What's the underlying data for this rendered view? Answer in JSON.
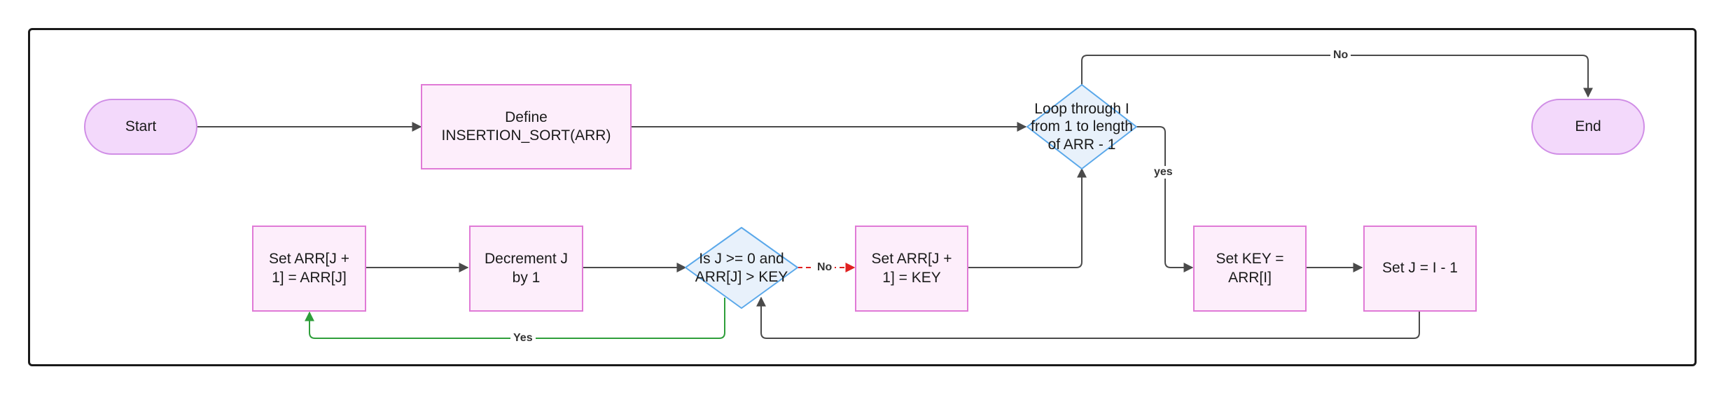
{
  "diagram": {
    "nodes": {
      "start": "Start",
      "define": "Define INSERTION_SORT(ARR)",
      "loop": "Loop through I from 1 to length of ARR - 1",
      "end": "End",
      "set_arr_j1_arrj": "Set ARR[J + 1] = ARR[J]",
      "decrement_j": "Decrement J by 1",
      "condition": "Is J >= 0 and ARR[J] > KEY",
      "set_arr_j1_key": "Set ARR[J + 1] = KEY",
      "set_key": "Set KEY = ARR[I]",
      "set_j": "Set J = I - 1"
    },
    "edge_labels": {
      "loop_no": "No",
      "loop_yes": "yes",
      "cond_no": "No",
      "cond_yes": "Yes"
    },
    "colors": {
      "process_fill": "#fdeefb",
      "process_border": "#e07ad6",
      "terminal_fill": "#f3d9fb",
      "decision_fill": "#e8f1fb",
      "decision_border": "#5aa8ea",
      "edge_default": "#4a4a4a",
      "edge_yes": "#2e9e3a",
      "edge_no": "#e02020"
    }
  }
}
